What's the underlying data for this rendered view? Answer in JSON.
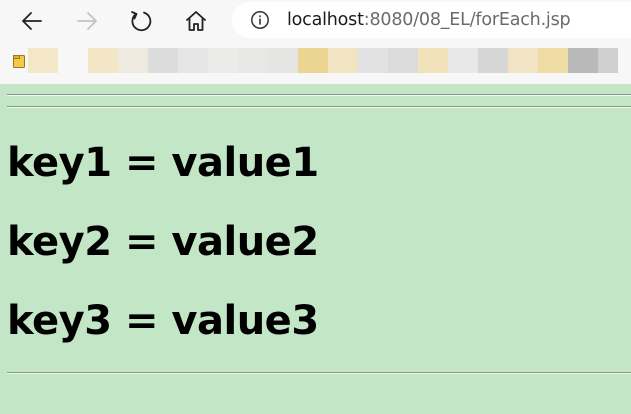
{
  "browser": {
    "url_host": "localhost",
    "url_path": ":8080/08_EL/forEach.jsp",
    "icons": {
      "back": "back-arrow-icon",
      "forward": "forward-arrow-icon",
      "refresh": "refresh-icon",
      "home": "home-icon",
      "info": "info-icon",
      "bookmark_folder": "folder-icon"
    }
  },
  "content": {
    "entries": [
      "key1 = value1",
      "key2 = value2",
      "key3 = value3"
    ]
  },
  "colors": {
    "page_background": "#c2e6c6",
    "chrome_background": "#f7f7f7"
  }
}
